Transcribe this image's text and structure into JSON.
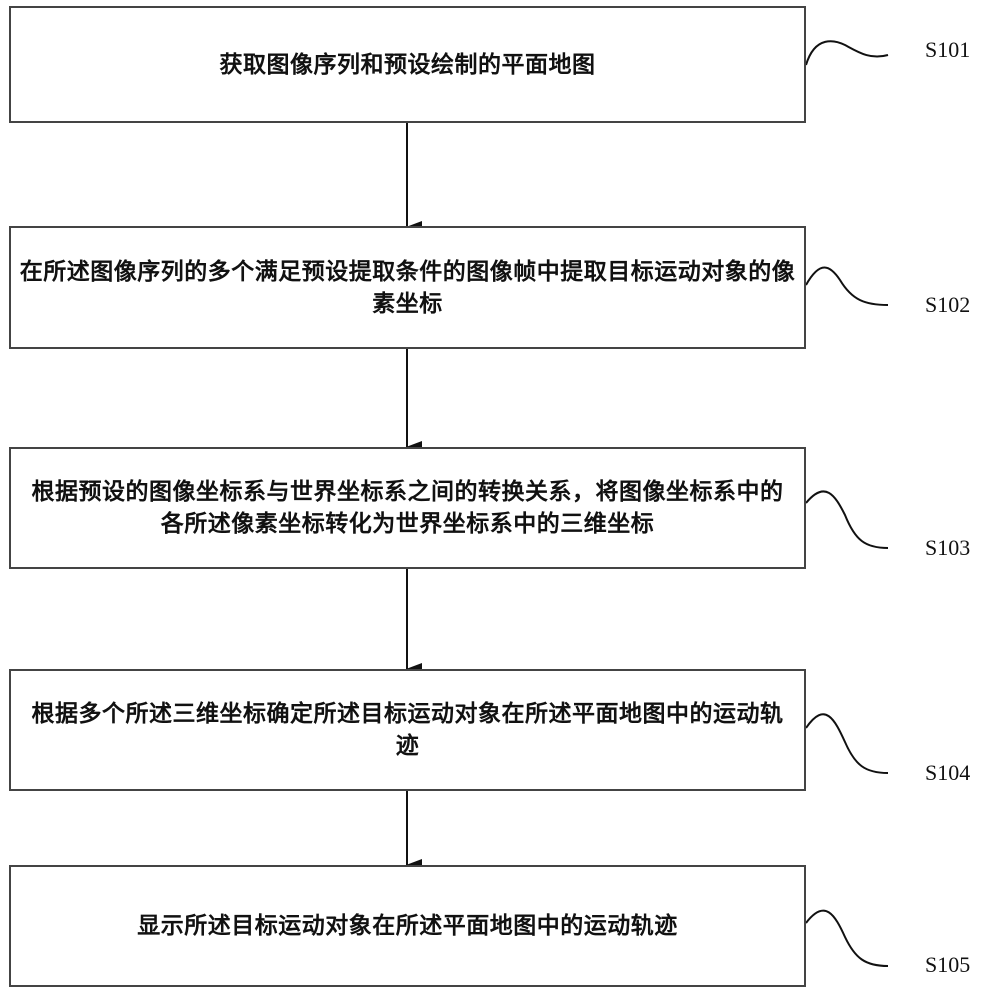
{
  "steps": [
    {
      "id": "S101",
      "text": "获取图像序列和预设绘制的平面地图"
    },
    {
      "id": "S102",
      "text": "在所述图像序列的多个满足预设提取条件的图像帧中提取目标运动对象的像素坐标"
    },
    {
      "id": "S103",
      "text": "根据预设的图像坐标系与世界坐标系之间的转换关系，将图像坐标系中的各所述像素坐标转化为世界坐标系中的三维坐标"
    },
    {
      "id": "S104",
      "text": "根据多个所述三维坐标确定所述目标运动对象在所述平面地图中的运动轨迹"
    },
    {
      "id": "S105",
      "text": "显示所述目标运动对象在所述平面地图中的运动轨迹"
    }
  ]
}
